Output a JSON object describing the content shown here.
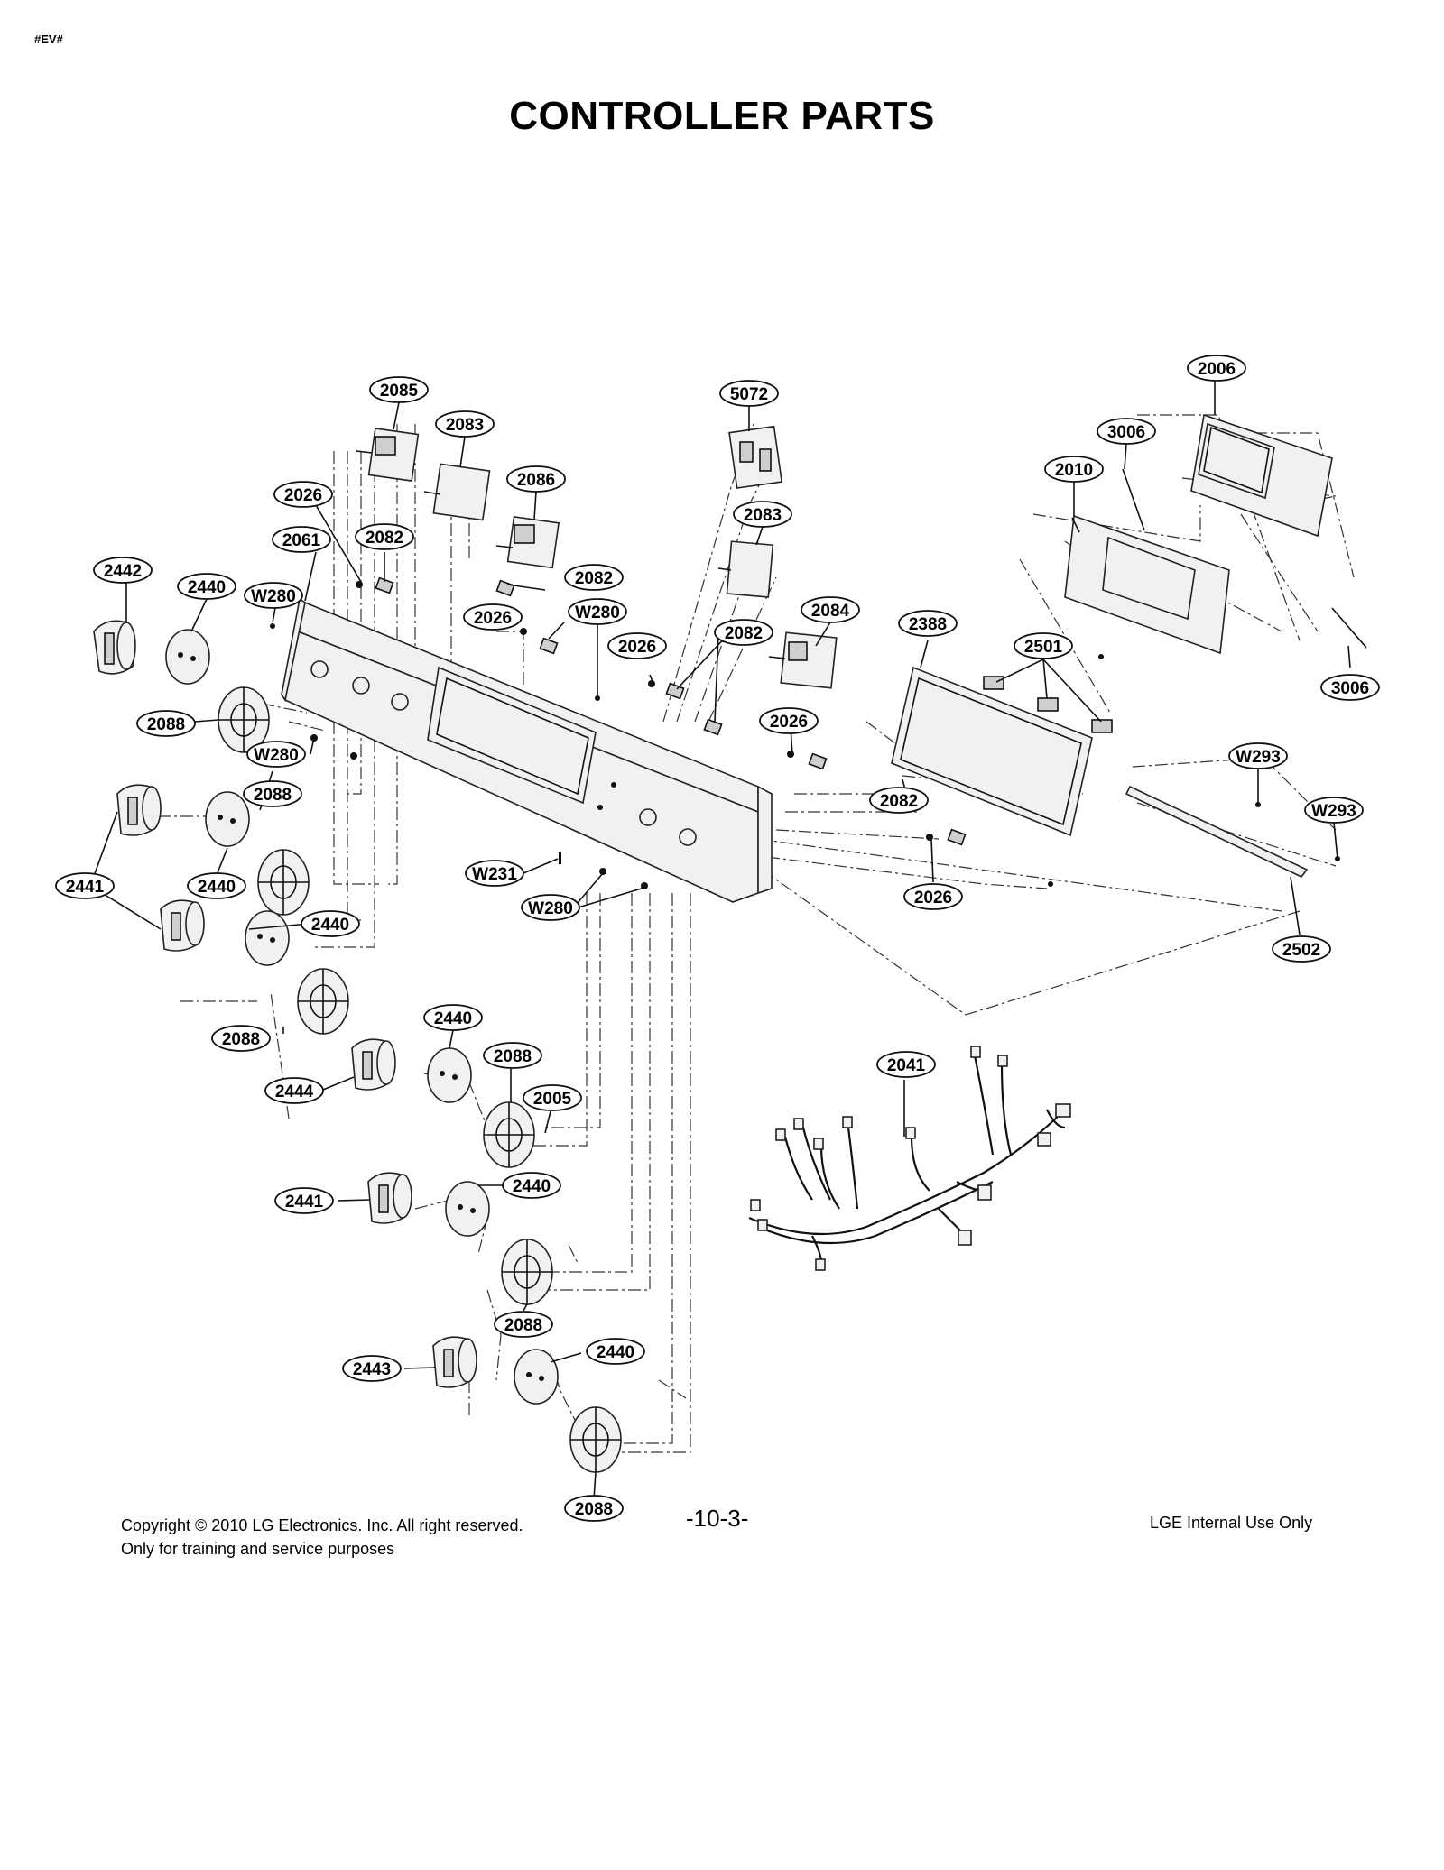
{
  "header": {
    "doc_tag": "#EV#",
    "title": "CONTROLLER PARTS"
  },
  "callouts": {
    "c2006": "2006",
    "c5072": "5072",
    "c2085": "2085",
    "c2083a": "2083",
    "c3006a": "3006",
    "c2010": "2010",
    "c2086": "2086",
    "c2026a": "2026",
    "c2083b": "2083",
    "c2061": "2061",
    "c2082a": "2082",
    "c2442": "2442",
    "c2440a": "2440",
    "cW280a": "W280",
    "c2082b": "2082",
    "c2084": "2084",
    "cW280b": "W280",
    "c2026b": "2026",
    "c2388": "2388",
    "c2026c": "2026",
    "c2082c": "2082",
    "c2501": "2501",
    "c3006b": "3006",
    "c2088a": "2088",
    "c2026d": "2026",
    "cW280c": "W280",
    "cW293a": "W293",
    "c2088b": "2088",
    "c2082d": "2082",
    "cW293b": "W293",
    "c2441a": "2441",
    "c2440b": "2440",
    "cW231": "W231",
    "c2026e": "2026",
    "cW280d": "W280",
    "c2440c": "2440",
    "c2502": "2502",
    "c2088c": "2088",
    "c2440d": "2440",
    "c2088d": "2088",
    "c2041": "2041",
    "c2444": "2444",
    "c2005": "2005",
    "c2440e": "2440",
    "c2441b": "2441",
    "c2088e": "2088",
    "c2443": "2443",
    "c2440f": "2440",
    "c2088f": "2088"
  },
  "footer": {
    "copyright": "Copyright © 2010 LG Electronics. Inc. All right reserved.",
    "purpose": "Only for training and service purposes",
    "page_number": "-10-3-",
    "internal": "LGE Internal Use Only"
  }
}
